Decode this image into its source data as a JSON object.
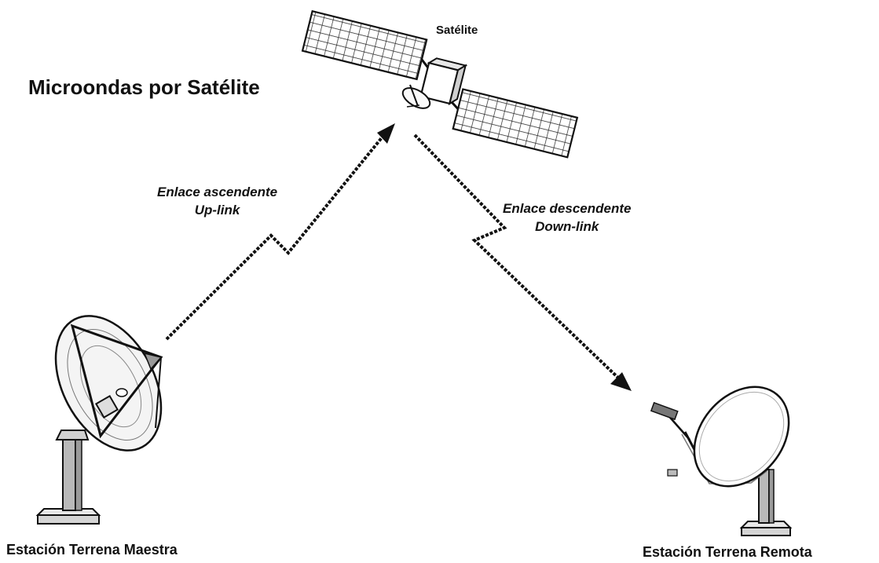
{
  "title": "Microondas por Satélite",
  "satellite": {
    "label": "Satélite"
  },
  "uplink": {
    "label_line1": "Enlace ascendente",
    "label_line2": "Up-link"
  },
  "downlink": {
    "label_line1": "Enlace descendente",
    "label_line2": "Down-link"
  },
  "stations": {
    "master": {
      "label": "Estación Terrena Maestra"
    },
    "remote": {
      "label": "Estación Terrena Remota"
    }
  },
  "colors": {
    "line": "#111111",
    "dish_fill": "#f4f4f4",
    "pole": "#b9b9b9"
  }
}
